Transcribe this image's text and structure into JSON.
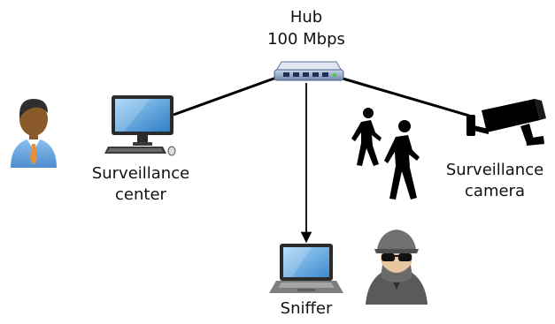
{
  "hub": {
    "title": "Hub",
    "speed": "100 Mbps"
  },
  "surveillance_center": {
    "line1": "Surveillance",
    "line2": "center"
  },
  "surveillance_camera": {
    "line1": "Surveillance",
    "line2": "camera"
  },
  "sniffer": {
    "label": "Sniffer"
  },
  "colors": {
    "line": "#000000",
    "hub_body": "#8aa2c8",
    "screen": "#5b9bd5",
    "person_shirt": "#6fa8dc",
    "tie": "#e69138",
    "hacker": "#666666"
  }
}
